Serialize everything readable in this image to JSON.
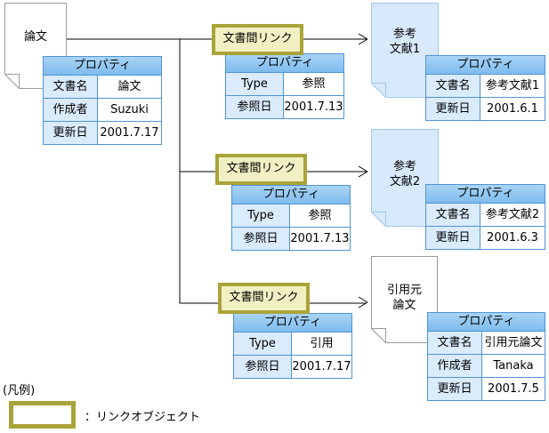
{
  "colors": {
    "table_border": "#4f94d6",
    "header_top": "#a9d4f5",
    "header_bottom": "#7ebcee",
    "label_cell": "#daebfb",
    "doc_blue_fill": "#d8e9fb",
    "doc_blue_border": "#a3c6e8",
    "doc_white_border": "#9a9a9a",
    "link_border": "#a9a43a",
    "link_fill": "#f1f0c3",
    "line_color": "#000000"
  },
  "property_header": "プロパティ",
  "link_label": "文書間リンク",
  "docs": {
    "source": {
      "line1": "論文",
      "line2": ""
    },
    "ref1": {
      "line1": "参考",
      "line2": "文献1"
    },
    "ref2": {
      "line1": "参考",
      "line2": "文献2"
    },
    "citing": {
      "line1": "引用元",
      "line2": "論文"
    }
  },
  "tables": {
    "source": {
      "rows": [
        {
          "label": "文書名",
          "value": "論文"
        },
        {
          "label": "作成者",
          "value": "Suzuki"
        },
        {
          "label": "更新日",
          "value": "2001.7.17"
        }
      ]
    },
    "link1": {
      "rows": [
        {
          "label": "Type",
          "value": "参照"
        },
        {
          "label": "参照日",
          "value": "2001.7.13"
        }
      ]
    },
    "link2": {
      "rows": [
        {
          "label": "Type",
          "value": "参照"
        },
        {
          "label": "参照日",
          "value": "2001.7.13"
        }
      ]
    },
    "link3": {
      "rows": [
        {
          "label": "Type",
          "value": "引用"
        },
        {
          "label": "参照日",
          "value": "2001.7.17"
        }
      ]
    },
    "ref1": {
      "rows": [
        {
          "label": "文書名",
          "value": "参考文献1"
        },
        {
          "label": "更新日",
          "value": "2001.6.1"
        }
      ]
    },
    "ref2": {
      "rows": [
        {
          "label": "文書名",
          "value": "参考文献2"
        },
        {
          "label": "更新日",
          "value": "2001.6.3"
        }
      ]
    },
    "citing": {
      "rows": [
        {
          "label": "文書名",
          "value": "引用元論文"
        },
        {
          "label": "作成者",
          "value": "Tanaka"
        },
        {
          "label": "更新日",
          "value": "2001.7.5"
        }
      ]
    }
  },
  "legend": {
    "heading": "(凡例)",
    "link_object_label": "：リンクオブジェクト"
  }
}
